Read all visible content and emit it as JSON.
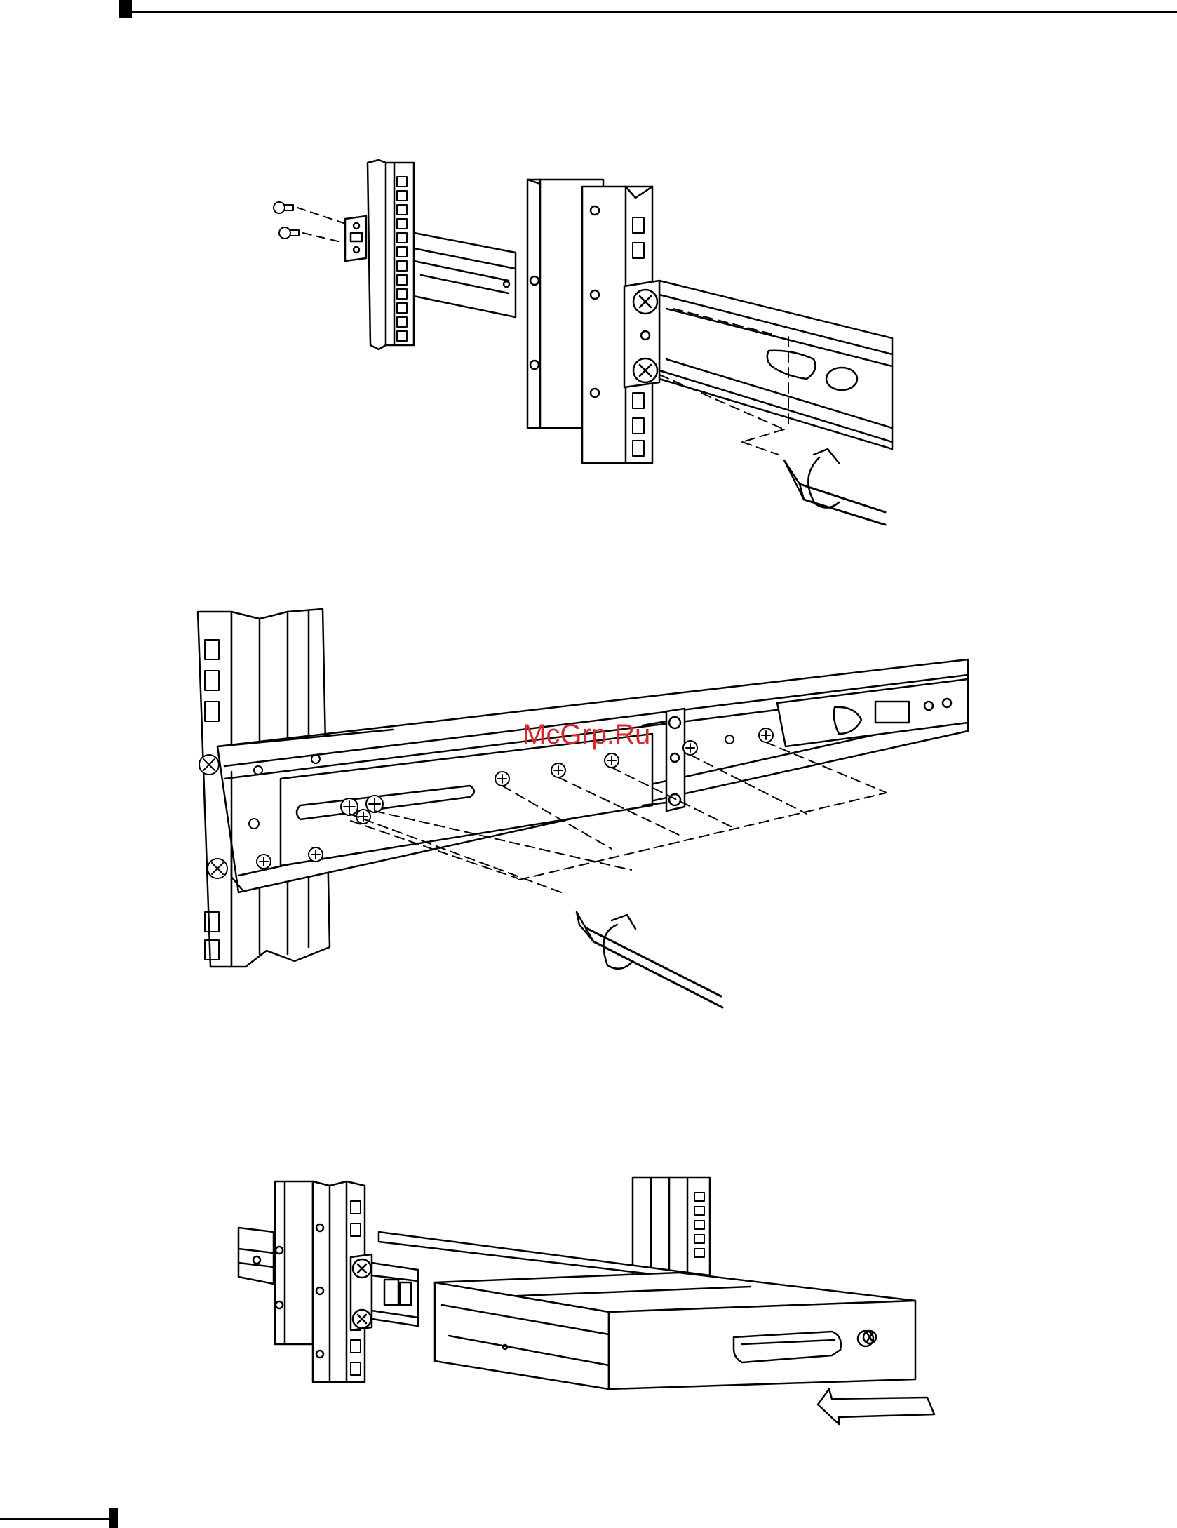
{
  "watermark": {
    "text": "McGrp.Ru",
    "color": "#d9262a"
  },
  "colors": {
    "ink": "#000000",
    "paper": "#ffffff"
  },
  "figures": [
    {
      "id": "figure-1",
      "icon": "rack-rail-bracket-screw-diagram"
    },
    {
      "id": "figure-2",
      "icon": "rail-extension-screws-diagram"
    },
    {
      "id": "figure-3",
      "icon": "device-slide-into-rack-diagram"
    }
  ]
}
